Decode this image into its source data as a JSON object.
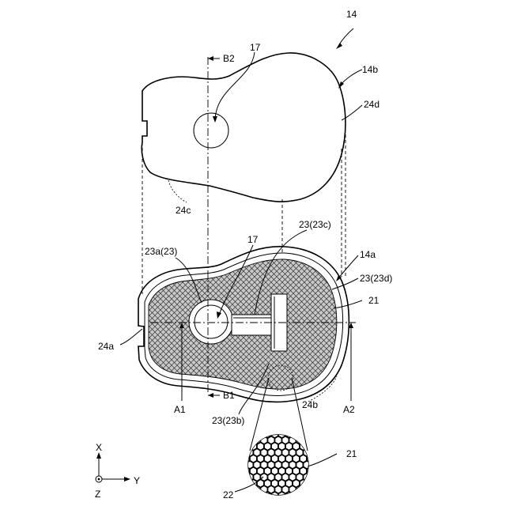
{
  "labels": {
    "fig_ref": "14",
    "top_body": "14b",
    "top_edge": "24d",
    "top_side": "24c",
    "top_hole": "17",
    "section_b2": "B2",
    "section_b1": "B1",
    "bottom_body": "14a",
    "electrode_a": "23a(23)",
    "electrode_c": "23(23c)",
    "electrode_d": "23(23d)",
    "electrode_b": "23(23b)",
    "bottom_hole": "17",
    "mesh_material": "21",
    "mesh_zoom_ref": "21",
    "cell_ref": "22",
    "left_edge": "24a",
    "bottom_edge": "24b",
    "axis_a1": "A1",
    "axis_a2": "A2",
    "axis_x": "X",
    "axis_y": "Y",
    "axis_z": "Z"
  },
  "icons": {
    "mesh_pattern": "crosshatch-mesh",
    "zoom_pattern": "honeycomb-cells",
    "axis_origin": "out-of-plane-dot-icon"
  }
}
